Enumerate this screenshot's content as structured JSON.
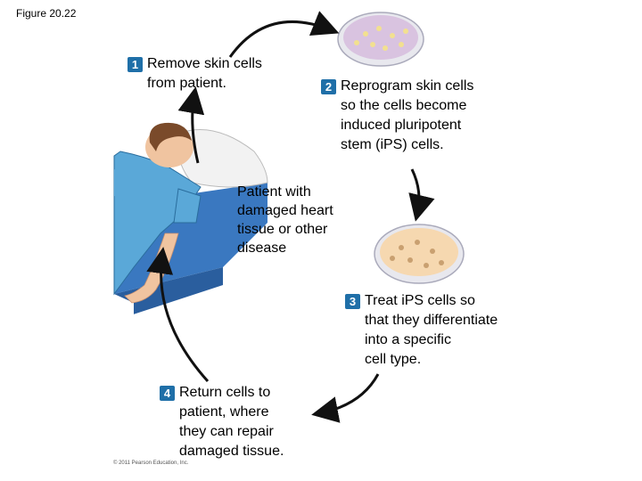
{
  "figure_label": "Figure 20.22",
  "steps": [
    {
      "number": "1",
      "lines": [
        "Remove skin cells",
        "from patient."
      ]
    },
    {
      "number": "2",
      "lines": [
        "Reprogram skin cells",
        "so the cells become",
        "induced pluripotent",
        "stem (iPS) cells."
      ]
    },
    {
      "number": "3",
      "lines": [
        "Treat iPS cells so",
        "that they differentiate",
        "into a specific",
        "cell type."
      ]
    },
    {
      "number": "4",
      "lines": [
        "Return cells to",
        "patient, where",
        "they can repair",
        "damaged tissue."
      ]
    }
  ],
  "center_label": [
    "Patient with",
    "damaged heart",
    "tissue or other",
    "disease"
  ],
  "copyright": "© 2011 Pearson Education, Inc.",
  "colors": {
    "badge": "#1f6fa8",
    "dish1_fill": "#d9c3e0",
    "dish3_fill": "#f6d8b0",
    "gown": "#5aa8d8",
    "bed": "#3a78c0"
  }
}
